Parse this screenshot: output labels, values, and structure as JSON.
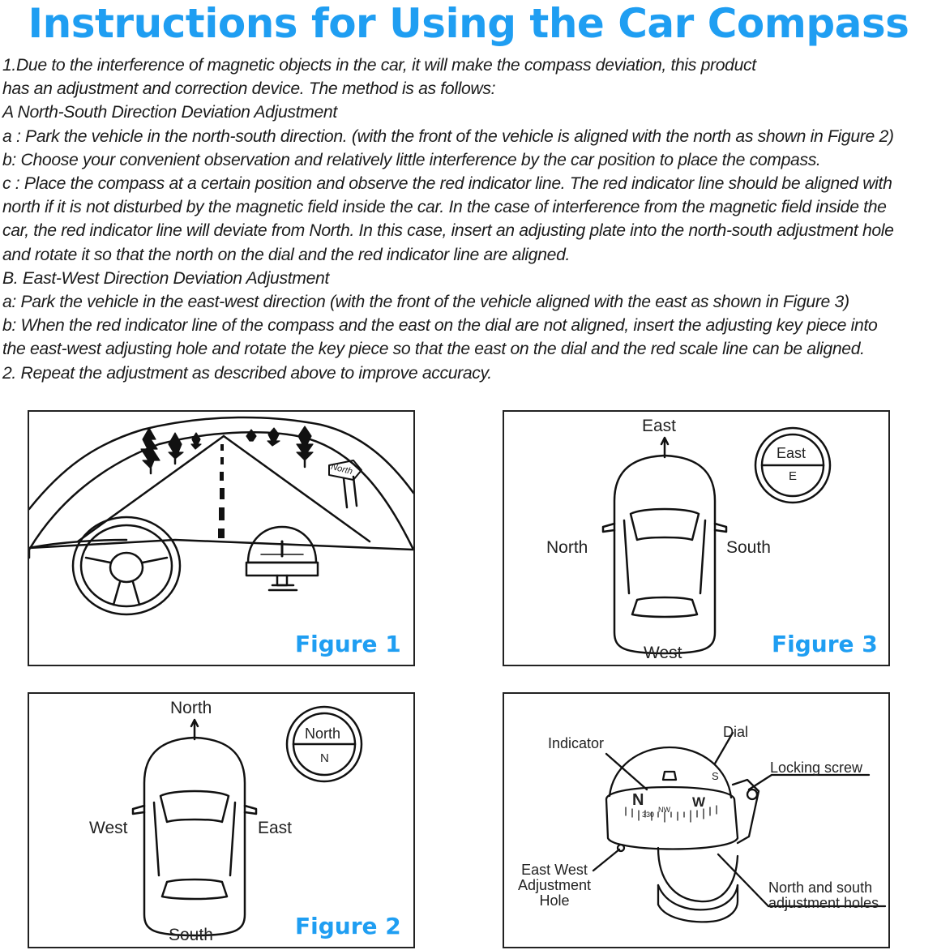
{
  "title": "Instructions for Using the Car Compass",
  "instructions": [
    "1.Due to the interference of magnetic objects in the car, it will make the compass deviation, this product",
    "has an adjustment and correction device. The method is as follows:",
    "A North-South Direction Deviation Adjustment",
    "a : Park the vehicle in the north-south direction. (with the front of the vehicle is aligned with the north as shown in Figure 2)",
    "b: Choose your convenient observation and relatively little interference by the car position to place the compass.",
    "c : Place the compass at a certain position and observe the red indicator line. The red indicator line should be aligned with",
    "north if it is not disturbed by the magnetic field inside the car. In the case of interference from the magnetic field inside the",
    "car, the red indicator line will deviate from North. In this case, insert an adjusting plate into the north-south adjustment hole",
    "and rotate it so that the north on the dial and the red indicator line are aligned.",
    "B. East-West Direction Deviation Adjustment",
    "a: Park the vehicle in the east-west direction (with the front of the vehicle aligned with the east as shown in Figure 3)",
    "b: When the red indicator line of the compass and the east on the dial are not aligned, insert the adjusting key piece into",
    "the east-west adjusting hole and rotate the key piece so that the east on the dial and the red scale line can be aligned.",
    "2. Repeat the adjustment as described above to improve accuracy."
  ],
  "figure1": {
    "label": "Figure 1",
    "sign": "North"
  },
  "figure2": {
    "label": "Figure 2",
    "top": "North",
    "bottom": "South",
    "left": "West",
    "right": "East",
    "dial_word": "North",
    "dial_letter": "N"
  },
  "figure3": {
    "label": "Figure 3",
    "top": "East",
    "bottom": "West",
    "left": "North",
    "right": "South",
    "dial_word": "East",
    "dial_letter": "E"
  },
  "figure4": {
    "indicator": "Indicator",
    "dial": "Dial",
    "locking_screw": "Locking screw",
    "ew_hole": [
      "East West",
      "Adjustment",
      "Hole"
    ],
    "ns_holes": [
      "North and south",
      "adjustment holes"
    ],
    "dial_marks": {
      "n": "N",
      "nw": "NW",
      "w": "W",
      "s": "S",
      "deg": "330"
    }
  },
  "colors": {
    "title": "#1f9ef2",
    "figure_label": "#1f9ef2",
    "text": "#1b1b1b"
  }
}
